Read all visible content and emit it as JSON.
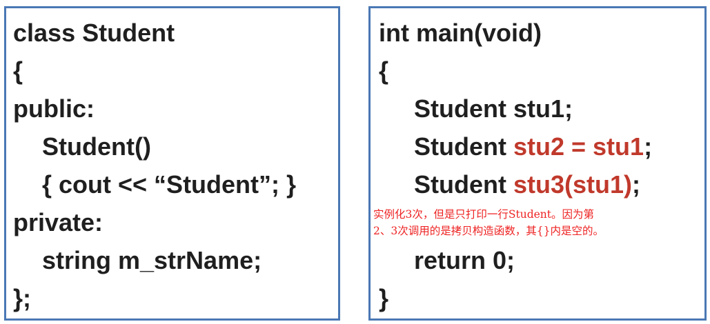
{
  "left_code": {
    "line1": "class Student",
    "line2": "{",
    "line3": "public:",
    "line4": "Student()",
    "line5": "{ cout << “Student”; }",
    "line6": "private:",
    "line7": "string m_strName;",
    "line8": "};"
  },
  "right_code": {
    "line1": "int main(void)",
    "line2": "{",
    "line3": "Student stu1;",
    "line4_prefix": "Student ",
    "line4_red": "stu2 = stu1",
    "line4_suffix": ";",
    "line5_prefix": "Student ",
    "line5_red": "stu3(stu1)",
    "line5_suffix": ";",
    "line6": "return 0;",
    "line7": "}"
  },
  "note": {
    "line1": "实例化3次，但是只打印一行Student。因为第",
    "line2": "2、3次调用的是拷贝构造函数，其{}内是空的。"
  },
  "colors": {
    "border": "#4a78b4",
    "text": "#1f1f1f",
    "highlight": "#c0392b",
    "note": "#ee2222"
  }
}
